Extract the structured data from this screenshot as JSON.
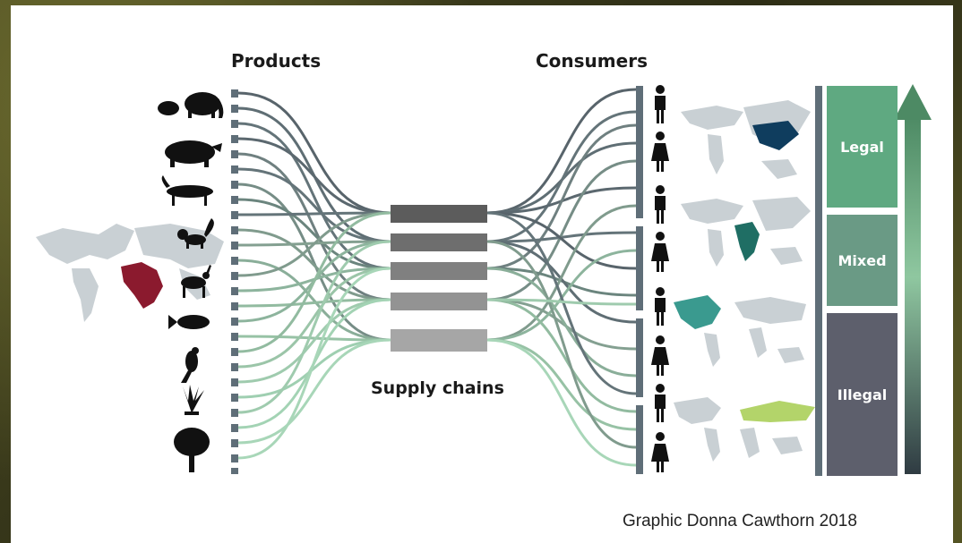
{
  "headers": {
    "products": "Products",
    "consumers": "Consumers",
    "supply_chains": "Supply chains"
  },
  "categories": [
    {
      "label": "Legal",
      "color": "#5fa981"
    },
    {
      "label": "Mixed",
      "color": "#6a9a85"
    },
    {
      "label": "Illegal",
      "color": "#5d5f6c"
    }
  ],
  "credit": "Graphic Donna Cawthorn 2018",
  "product_icons": [
    "elephant-icon",
    "rhino-icon",
    "big-cat-icon",
    "monkey-icon",
    "antelope-icon",
    "fish-icon",
    "parrot-icon",
    "plant-icon",
    "tree-icon"
  ],
  "consumer_icons": [
    "man-icon",
    "woman-icon",
    "man-icon",
    "woman-icon",
    "man-icon",
    "woman-icon",
    "man-icon",
    "woman-icon"
  ],
  "colors": {
    "arrow_top": "#4d8a64",
    "arrow_bottom": "#2f3b42",
    "region_africa_source": "#8b1a2e",
    "region_asia": "#0f3d5e",
    "region_africa": "#1f6e64",
    "region_north_america": "#3a9a8f",
    "region_russia": "#b3d46a",
    "flow_dark": "#3c4a52",
    "flow_light": "#8fcaa8"
  }
}
